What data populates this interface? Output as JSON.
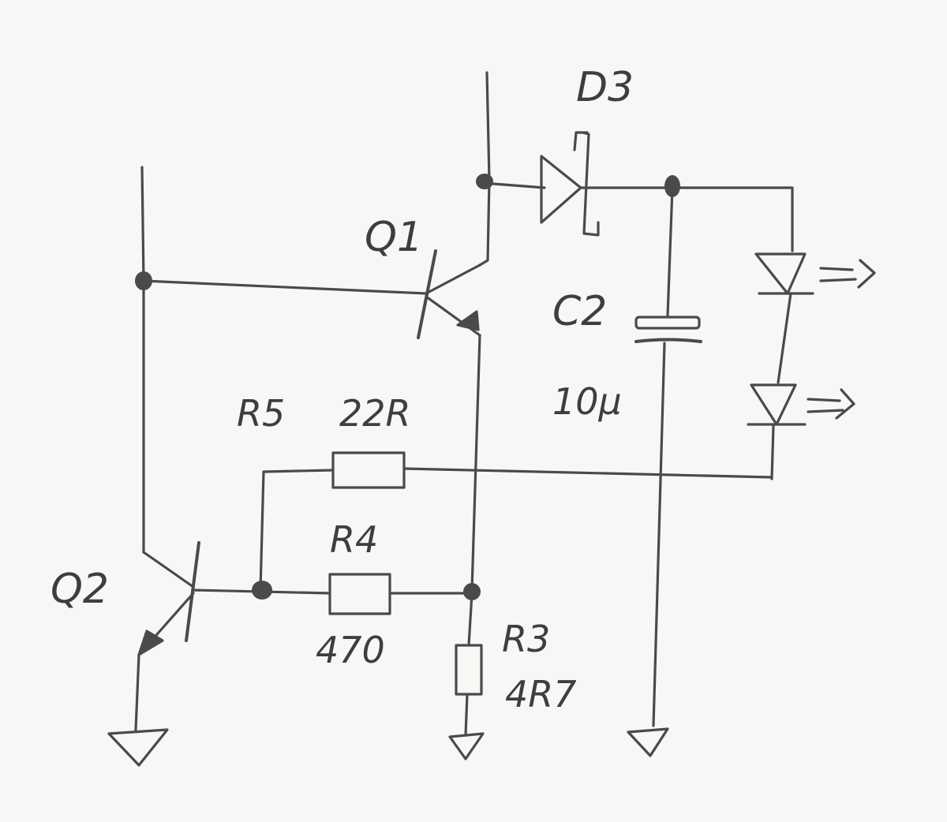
{
  "labels": {
    "d3": "D3",
    "q1": "Q1",
    "q2": "Q2",
    "c2": "C2",
    "c2_value": "10µ",
    "r5": "R5",
    "r5_value": "22R",
    "r4": "R4",
    "r4_value": "470",
    "r3": "R3",
    "r3_value": "4R7"
  },
  "colors": {
    "ink": "#4a4a4a",
    "paper": "#f7f7f5"
  }
}
